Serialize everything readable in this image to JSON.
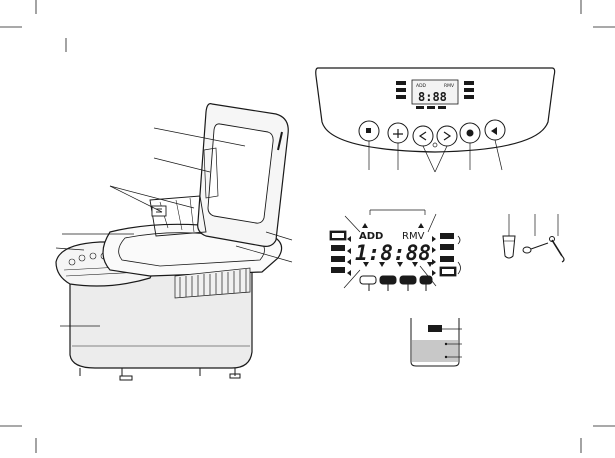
{
  "lcd": {
    "add_label": "ADD",
    "rmv_label": "RMV",
    "digits": "1:8:88",
    "mini_add": "ADD",
    "mini_rmv": "RMV",
    "mini_digits": "8:88"
  },
  "colors": {
    "line": "#1a1a1a",
    "appliance_fill": "#ececec",
    "water_fill": "#c8c8c8",
    "background": "#ffffff"
  },
  "icons": [
    "power-icon",
    "menu-icon",
    "arrow-left-icon",
    "arrow-right-icon",
    "crust-color-icon",
    "loaf-size-icon",
    "measuring-cup-icon",
    "measuring-spoon-icon",
    "hook-tool-icon"
  ]
}
